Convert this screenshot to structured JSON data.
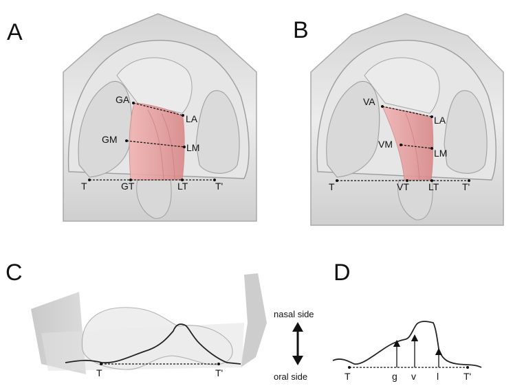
{
  "panels": {
    "a": {
      "letter": "A",
      "points": {
        "ga": "GA",
        "la": "LA",
        "gm": "GM",
        "lm": "LM",
        "t": "T",
        "gt": "GT",
        "lt": "LT",
        "t_prime": "T'"
      }
    },
    "b": {
      "letter": "B",
      "points": {
        "va": "VA",
        "la": "LA",
        "vm": "VM",
        "lm": "LM",
        "t": "T",
        "vt": "VT",
        "lt": "LT",
        "t_prime": "T'"
      }
    },
    "c": {
      "letter": "C",
      "points": {
        "t": "T",
        "t_prime": "T'"
      }
    },
    "d": {
      "letter": "D",
      "points": {
        "t": "T",
        "g": "g",
        "v": "v",
        "l": "l",
        "t_prime": "T'"
      }
    }
  },
  "direction_legend": {
    "top": "nasal side",
    "bottom": "oral side"
  },
  "colors": {
    "model_fill": "#e2e2e2",
    "model_shade": "#c4c4c4",
    "model_edge": "#9a9a9a",
    "highlight": "#e8a0a0",
    "line": "#111111"
  }
}
